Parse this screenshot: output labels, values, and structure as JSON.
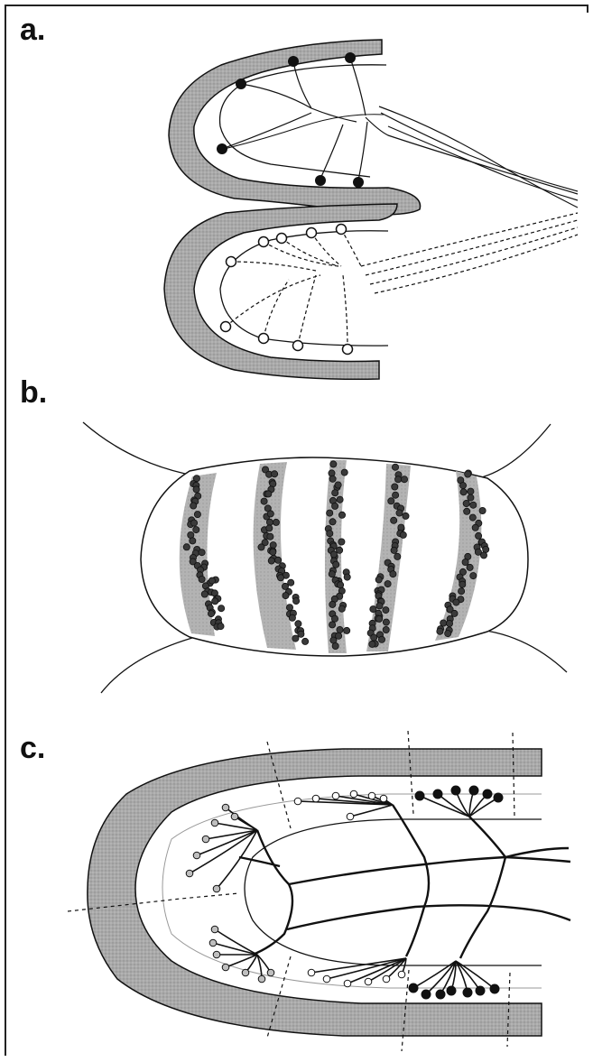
{
  "panels": [
    {
      "id": "a",
      "label": "a."
    },
    {
      "id": "b",
      "label": "b."
    },
    {
      "id": "c",
      "label": "c."
    }
  ],
  "colors": {
    "ink": "#111111",
    "shade": "#a9a9a9",
    "bright": "#c7c7c7",
    "open_dot": "#ffffff",
    "frame": "#222222"
  }
}
